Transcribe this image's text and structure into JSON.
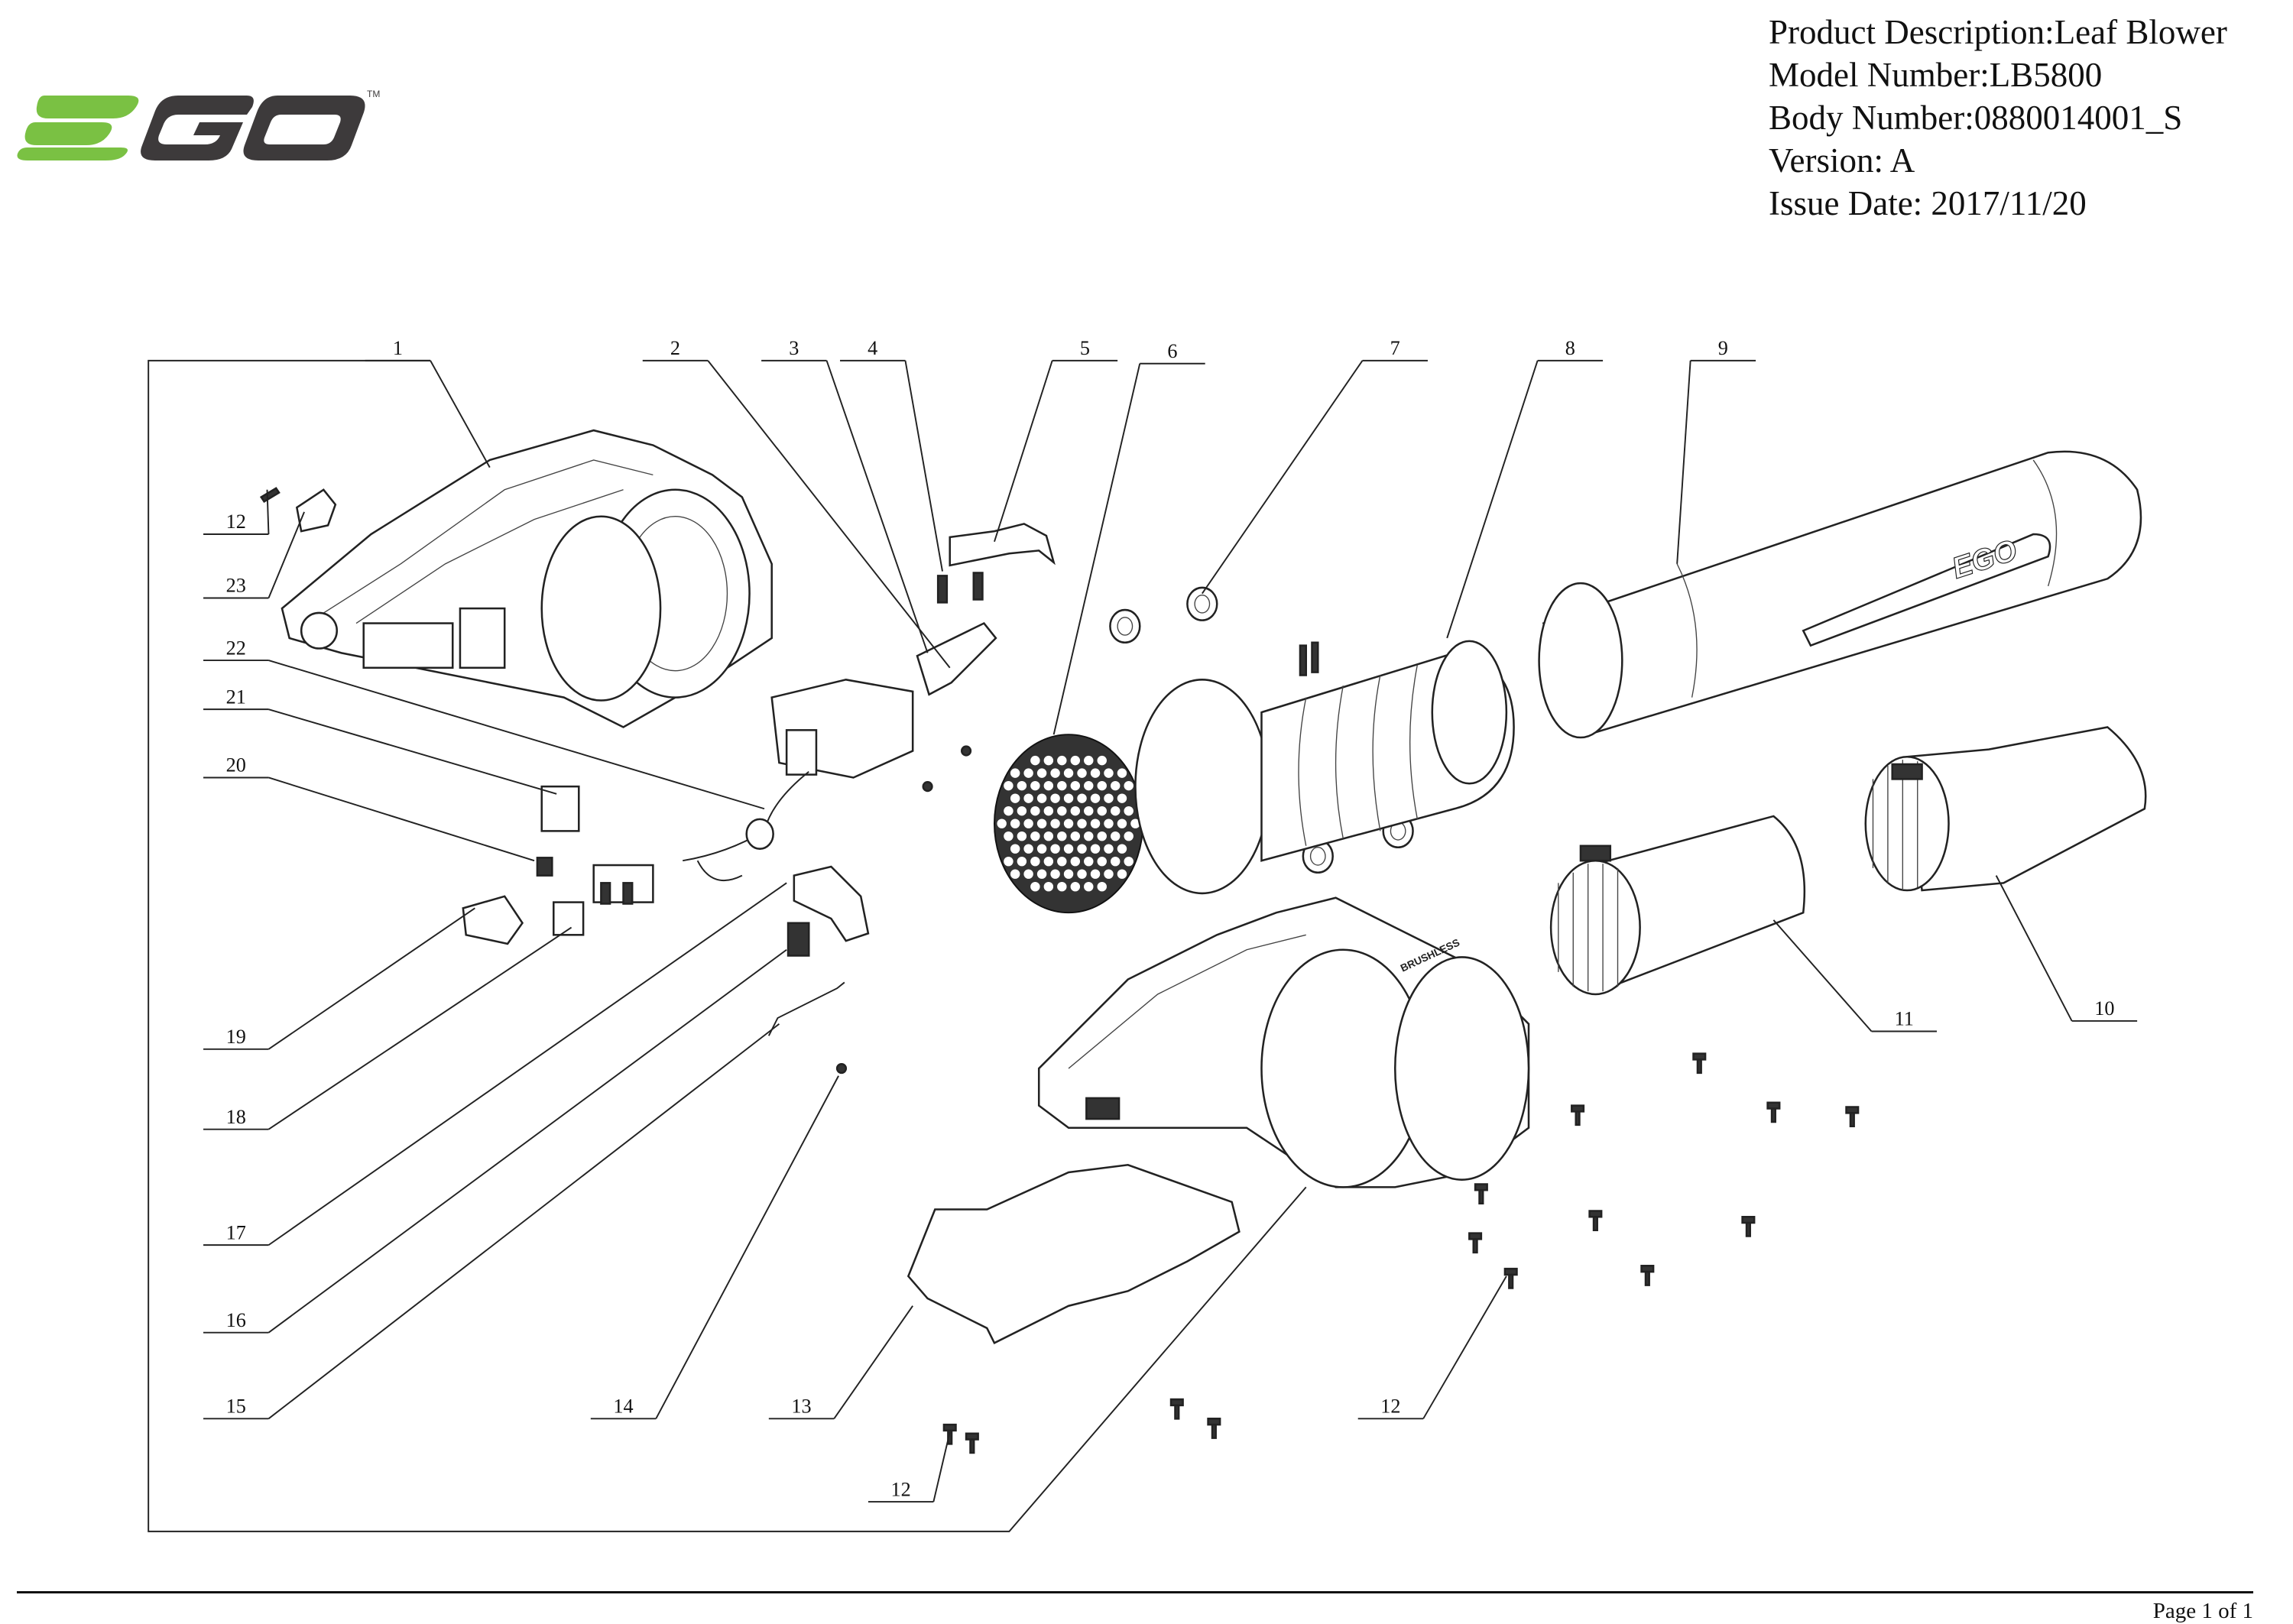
{
  "brand": {
    "logo_text": "EGO",
    "trademark": "TM",
    "green": "#7ac143",
    "dark": "#3d3a3b"
  },
  "header": {
    "product_description": "Product Description:Leaf Blower",
    "model_number": "Model Number:LB5800",
    "body_number": "Body Number:0880014001_S",
    "version": "Version: A",
    "issue_date": "Issue Date: 2017/11/20"
  },
  "callouts": [
    {
      "label": "1"
    },
    {
      "label": "2"
    },
    {
      "label": "3"
    },
    {
      "label": "4"
    },
    {
      "label": "5"
    },
    {
      "label": "6"
    },
    {
      "label": "7"
    },
    {
      "label": "8"
    },
    {
      "label": "9"
    },
    {
      "label": "10"
    },
    {
      "label": "11"
    },
    {
      "label": "12"
    },
    {
      "label": "23"
    },
    {
      "label": "22"
    },
    {
      "label": "21"
    },
    {
      "label": "20"
    },
    {
      "label": "19"
    },
    {
      "label": "18"
    },
    {
      "label": "17"
    },
    {
      "label": "16"
    },
    {
      "label": "15"
    },
    {
      "label": "14"
    },
    {
      "label": "13"
    },
    {
      "label": "12"
    },
    {
      "label": "12"
    }
  ],
  "tube_branding": "EGO",
  "housing_text": "BRUSHLESS",
  "footer": {
    "page": "Page 1 of 1"
  }
}
